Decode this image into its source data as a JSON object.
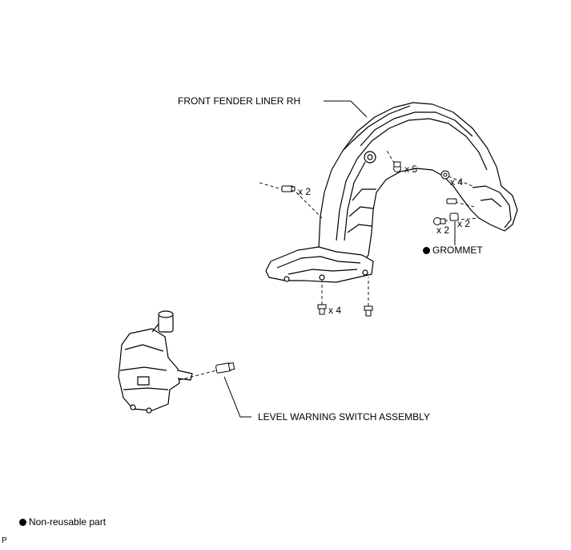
{
  "labels": {
    "fender_liner": "FRONT FENDER LINER RH",
    "grommet": "GROMMET",
    "level_switch": "LEVEL WARNING SWITCH ASSEMBLY"
  },
  "quantities": {
    "upper_center_clips": "x 5",
    "left_screws": "x 2",
    "right_bolts": "x 4",
    "rear_screws": "x 2",
    "grommets": "x 2",
    "bottom_bolts": "x 4"
  },
  "legend": {
    "non_reusable": "Non-reusable part",
    "marker_color": "#000000"
  },
  "corner_mark": "P"
}
